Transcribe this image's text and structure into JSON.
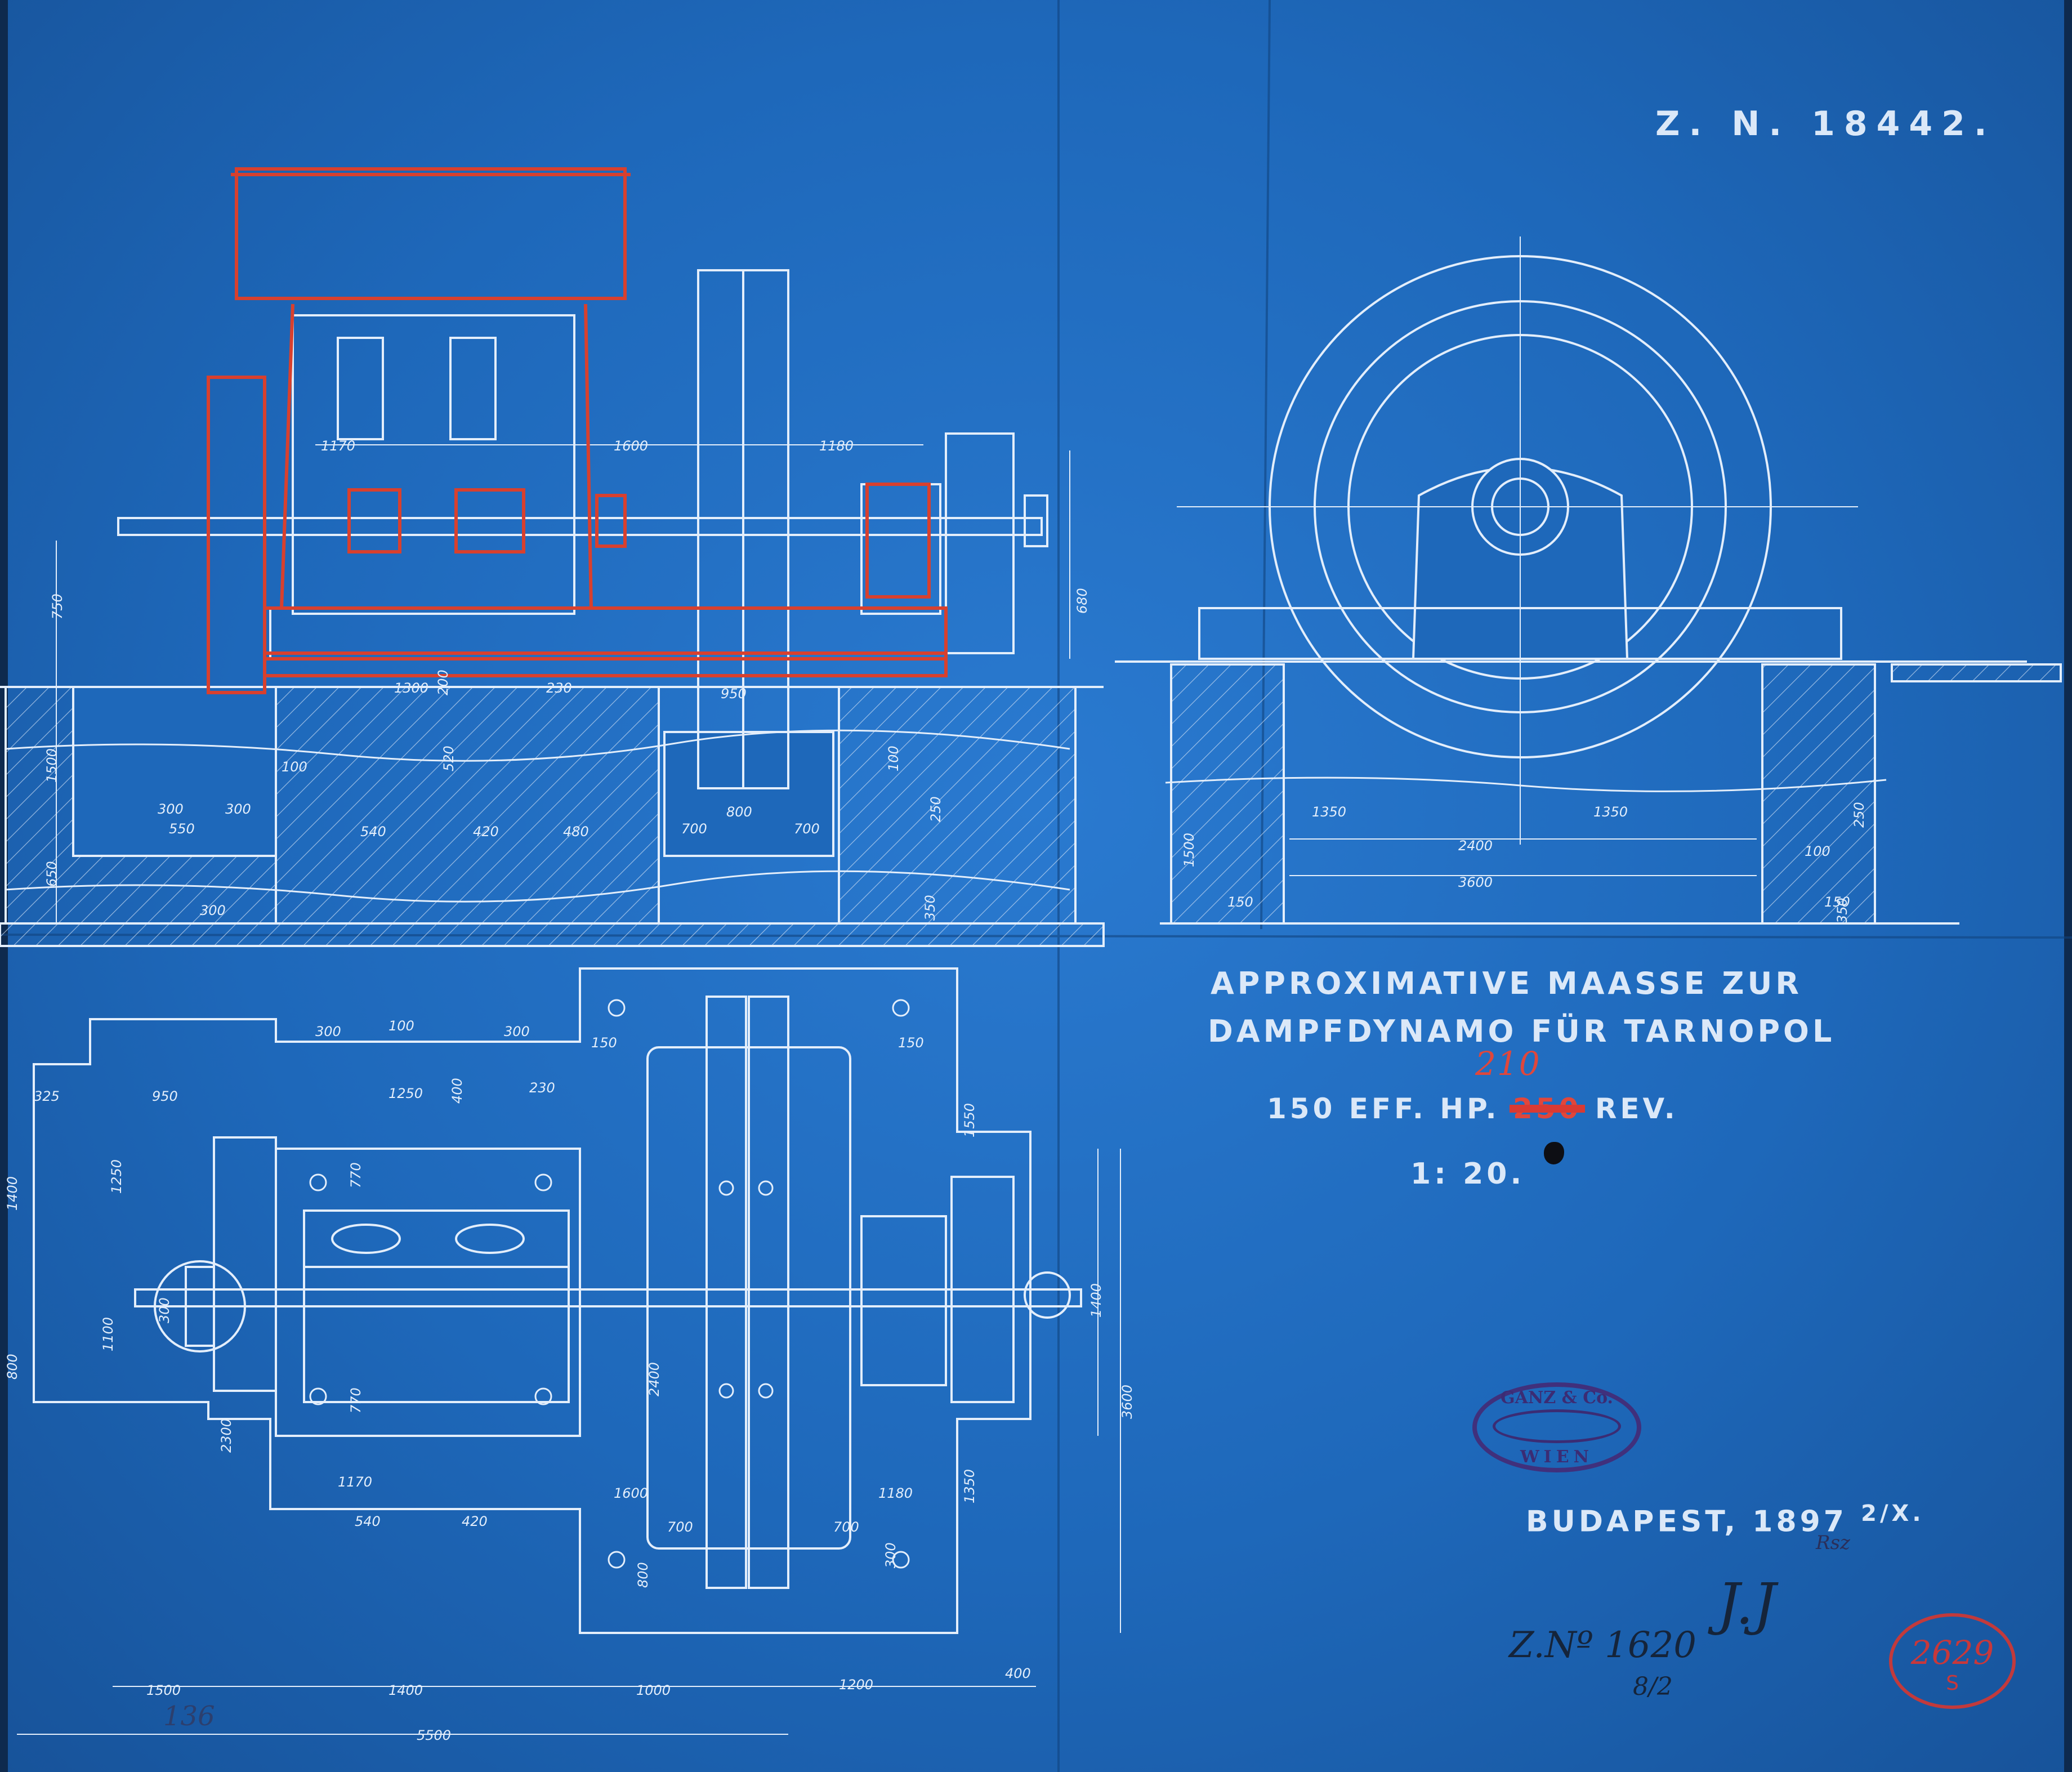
{
  "sheet": {
    "drawing_number": "Z. N. 18442.",
    "title_line_1": "APPROXIMATIVE MAASSE ZUR",
    "title_line_2": "DAMPFDYNAMO FÜR TARNOPOL",
    "spec_prefix": "150 EFF. HP.",
    "spec_original_rev": "250",
    "spec_suffix": "REV.",
    "spec_correction": "210",
    "scale": "1: 20.",
    "place_date": "BUDAPEST, 1897",
    "place_date_fraction": "2/X."
  },
  "stamp": {
    "top": "GANZ & Co.",
    "bottom": "WIEN"
  },
  "archive_stamp": {
    "number": "2629",
    "sub": "S"
  },
  "handwriting": {
    "register": "Z.Nº 1620",
    "register_sub": "8/2",
    "initials": "J.J",
    "pencil_note": "Rsz",
    "pencil_margin": "136"
  },
  "dimensions": {
    "elevation": [
      "1170",
      "1600",
      "1180",
      "750",
      "680",
      "1300",
      "200",
      "230",
      "950",
      "1500",
      "100",
      "520",
      "300",
      "300",
      "550",
      "540",
      "420",
      "480",
      "800",
      "700",
      "700",
      "100",
      "250",
      "350",
      "650",
      "300"
    ],
    "side_view": [
      "1350",
      "1350",
      "2400",
      "3600",
      "1500",
      "100",
      "250",
      "150",
      "150",
      "350"
    ],
    "plan": [
      "325",
      "950",
      "300",
      "300",
      "1250",
      "400",
      "230",
      "100",
      "150",
      "150",
      "1400",
      "1250",
      "770",
      "300",
      "1100",
      "800",
      "2300",
      "770",
      "1170",
      "540",
      "420",
      "1550",
      "1400",
      "3600",
      "2400",
      "1600",
      "1180",
      "1350",
      "700",
      "700",
      "300",
      "800",
      "1500",
      "1400",
      "1000",
      "1200",
      "400",
      "5500"
    ]
  },
  "colors": {
    "paper": "#1c64b4",
    "line": "#e3eefb",
    "redline": "#d8402e",
    "stamp": "#3b2c74",
    "archive_red": "#c8383b"
  }
}
